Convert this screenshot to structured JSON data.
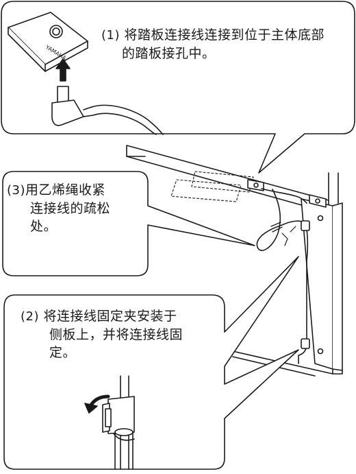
{
  "steps": {
    "step1": {
      "number": "(1)",
      "line1": "将踏板连接线连接到位于主体底部",
      "line2": "的踏板接孔中。"
    },
    "step2": {
      "number": "(2)",
      "line1": "将连接线固定夹安装于",
      "line2": "侧板上，并将连接线固",
      "line3": "定。"
    },
    "step3": {
      "number": "(3)",
      "line1": "用乙烯绳收紧",
      "line2": "连接线的疏松",
      "line3": "处。"
    }
  },
  "pedal_label": "YAMAHA",
  "colors": {
    "line": "#1a1a1a",
    "background": "#ffffff"
  }
}
